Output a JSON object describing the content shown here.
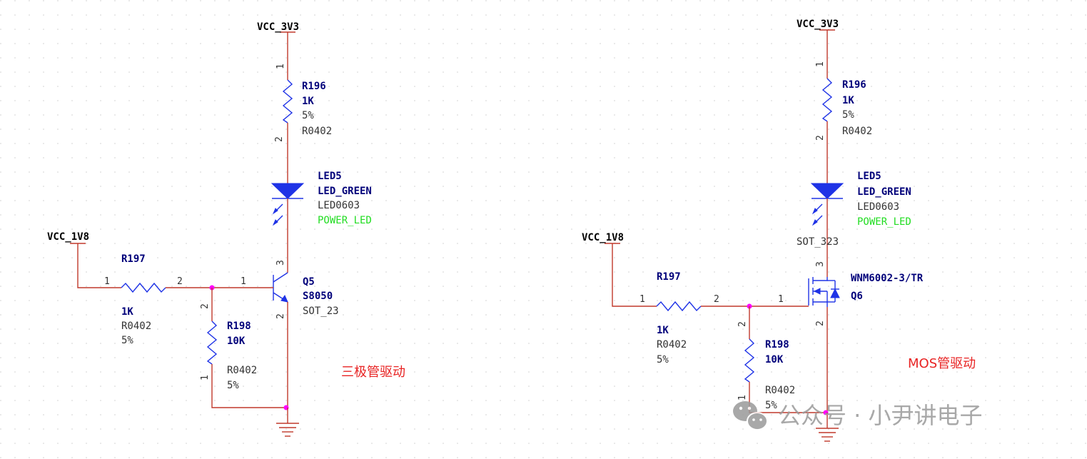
{
  "left": {
    "vcc_top": "VCC_3V3",
    "vcc_left": "VCC_1V8",
    "r196": {
      "ref": "R196",
      "value": "1K",
      "tol": "5%",
      "pkg": "R0402",
      "pin_top": "1",
      "pin_bot": "2"
    },
    "led": {
      "ref": "LED5",
      "value": "LED_GREEN",
      "pkg": "LED0603",
      "net": "POWER_LED"
    },
    "r197": {
      "ref": "R197",
      "value": "1K",
      "pkg": "R0402",
      "tol": "5%",
      "pin_left": "1",
      "pin_right": "2"
    },
    "r198": {
      "ref": "R198",
      "value": "10K",
      "pkg": "R0402",
      "tol": "5%",
      "pin_top": "2",
      "pin_bot": "1"
    },
    "q": {
      "ref": "Q5",
      "value": "S8050",
      "pkg": "SOT_23",
      "pin_b": "1",
      "pin_c": "3",
      "pin_e": "2"
    },
    "caption": "三极管驱动"
  },
  "right": {
    "vcc_top": "VCC_3V3",
    "vcc_left": "VCC_1V8",
    "r196": {
      "ref": "R196",
      "value": "1K",
      "tol": "5%",
      "pkg": "R0402",
      "pin_top": "1",
      "pin_bot": "2"
    },
    "led": {
      "ref": "LED5",
      "value": "LED_GREEN",
      "pkg": "LED0603",
      "net": "POWER_LED"
    },
    "r197": {
      "ref": "R197",
      "value": "1K",
      "pkg": "R0402",
      "tol": "5%",
      "pin_left": "1",
      "pin_right": "2"
    },
    "r198": {
      "ref": "R198",
      "value": "10K",
      "pkg": "R0402",
      "tol": "5%",
      "pin_top": "2",
      "pin_bot": "1"
    },
    "q": {
      "ref": "Q6",
      "value": "WNM6002-3/TR",
      "pkg": "SOT_323",
      "pin_g": "1",
      "pin_d": "3",
      "pin_s": "2"
    },
    "caption": "MOS管驱动"
  },
  "watermark": "公众号 · 小尹讲电子",
  "colors": {
    "wire": "#c0392b",
    "symbol": "#1f33e6",
    "junction": "#ff00ff",
    "caption": "#e82323",
    "net_label": "#22dd22"
  }
}
